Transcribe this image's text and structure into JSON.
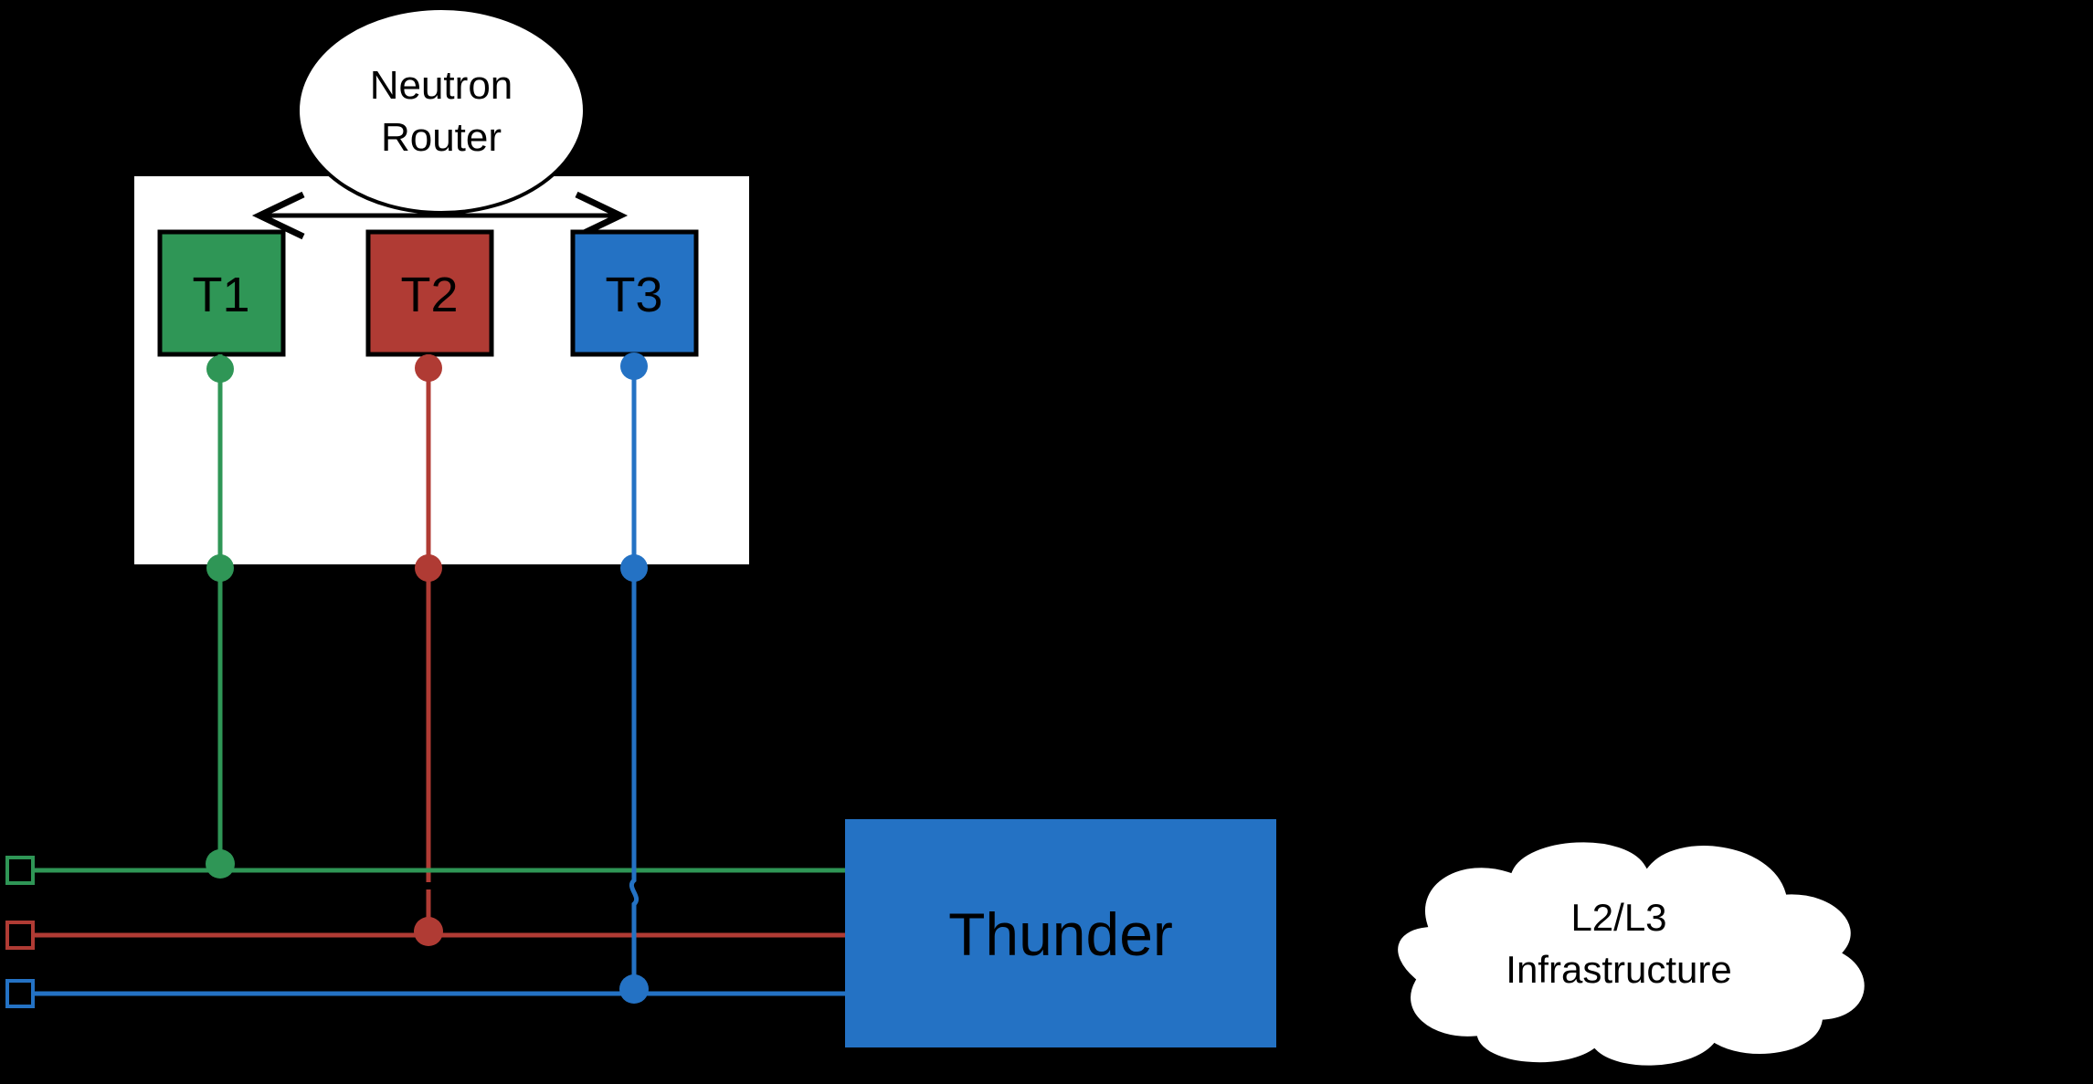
{
  "scene": {
    "background_color": "#000000",
    "panel_color": "#FFFFFF",
    "outline_color": "#000000",
    "router": {
      "label_line1": "Neutron",
      "label_line2": "Router"
    },
    "tenants": [
      {
        "label": "T1",
        "color": "#2F9656"
      },
      {
        "label": "T2",
        "color": "#B03B34"
      },
      {
        "label": "T3",
        "color": "#2472C4"
      }
    ],
    "appliance": {
      "label": "Thunder",
      "color": "#2472C4"
    },
    "cloud": {
      "label_line1": "L2/L3",
      "label_line2": "Infrastructure"
    }
  }
}
